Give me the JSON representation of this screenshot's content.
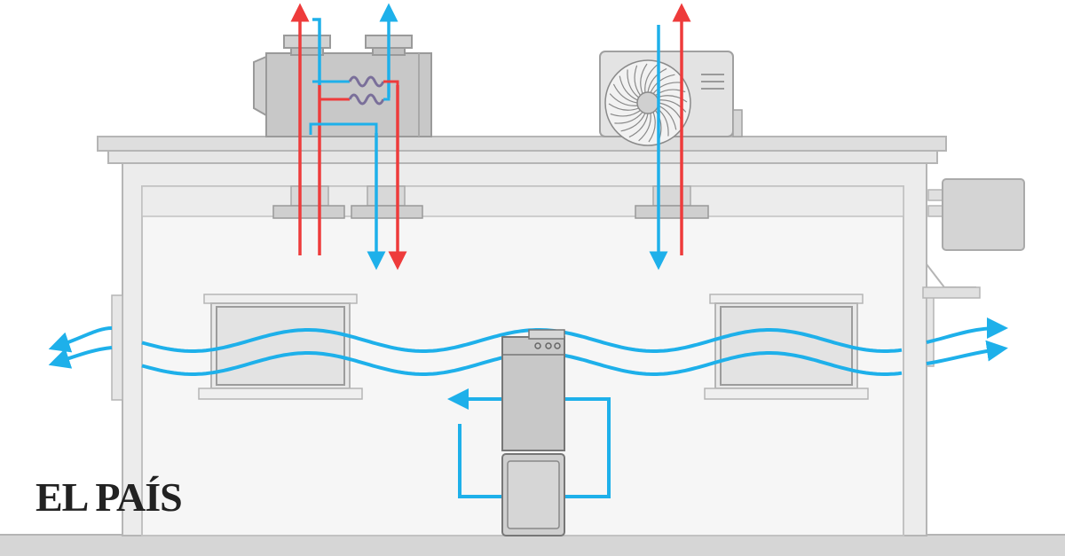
{
  "brand": {
    "logo_text": "EL PAÍS"
  },
  "colors": {
    "sky": "#ffffff",
    "wall": "#f1f1f1",
    "outline": "#b5b5b5",
    "roof": "#dadada",
    "ground": "#d6d6d6",
    "unit": "#c8c8c8",
    "unit_dark": "#9a9a9a",
    "hot": "#ee3b3b",
    "cold": "#1eb0ea",
    "coil_mix": "#7a6f9a"
  },
  "diagram": {
    "components": [
      {
        "id": "rooftop-heat-recovery-unit",
        "icon": "ventilation-unit"
      },
      {
        "id": "rooftop-split-ac-condenser",
        "icon": "fan-unit"
      },
      {
        "id": "wall-mounted-box",
        "icon": "electrical-box"
      },
      {
        "id": "indoor-air-purifier-stack",
        "icon": "stacked-appliance"
      },
      {
        "id": "window-left",
        "icon": "window"
      },
      {
        "id": "window-right",
        "icon": "window"
      }
    ],
    "flows": [
      {
        "id": "cross-ventilation",
        "color": "cold",
        "direction": "bidirectional"
      },
      {
        "id": "indoor-recirculation",
        "color": "cold",
        "direction": "loop"
      },
      {
        "id": "exhaust-hot-air",
        "color": "hot",
        "direction": "up"
      },
      {
        "id": "fresh-cold-air",
        "color": "cold",
        "direction": "down"
      }
    ]
  }
}
